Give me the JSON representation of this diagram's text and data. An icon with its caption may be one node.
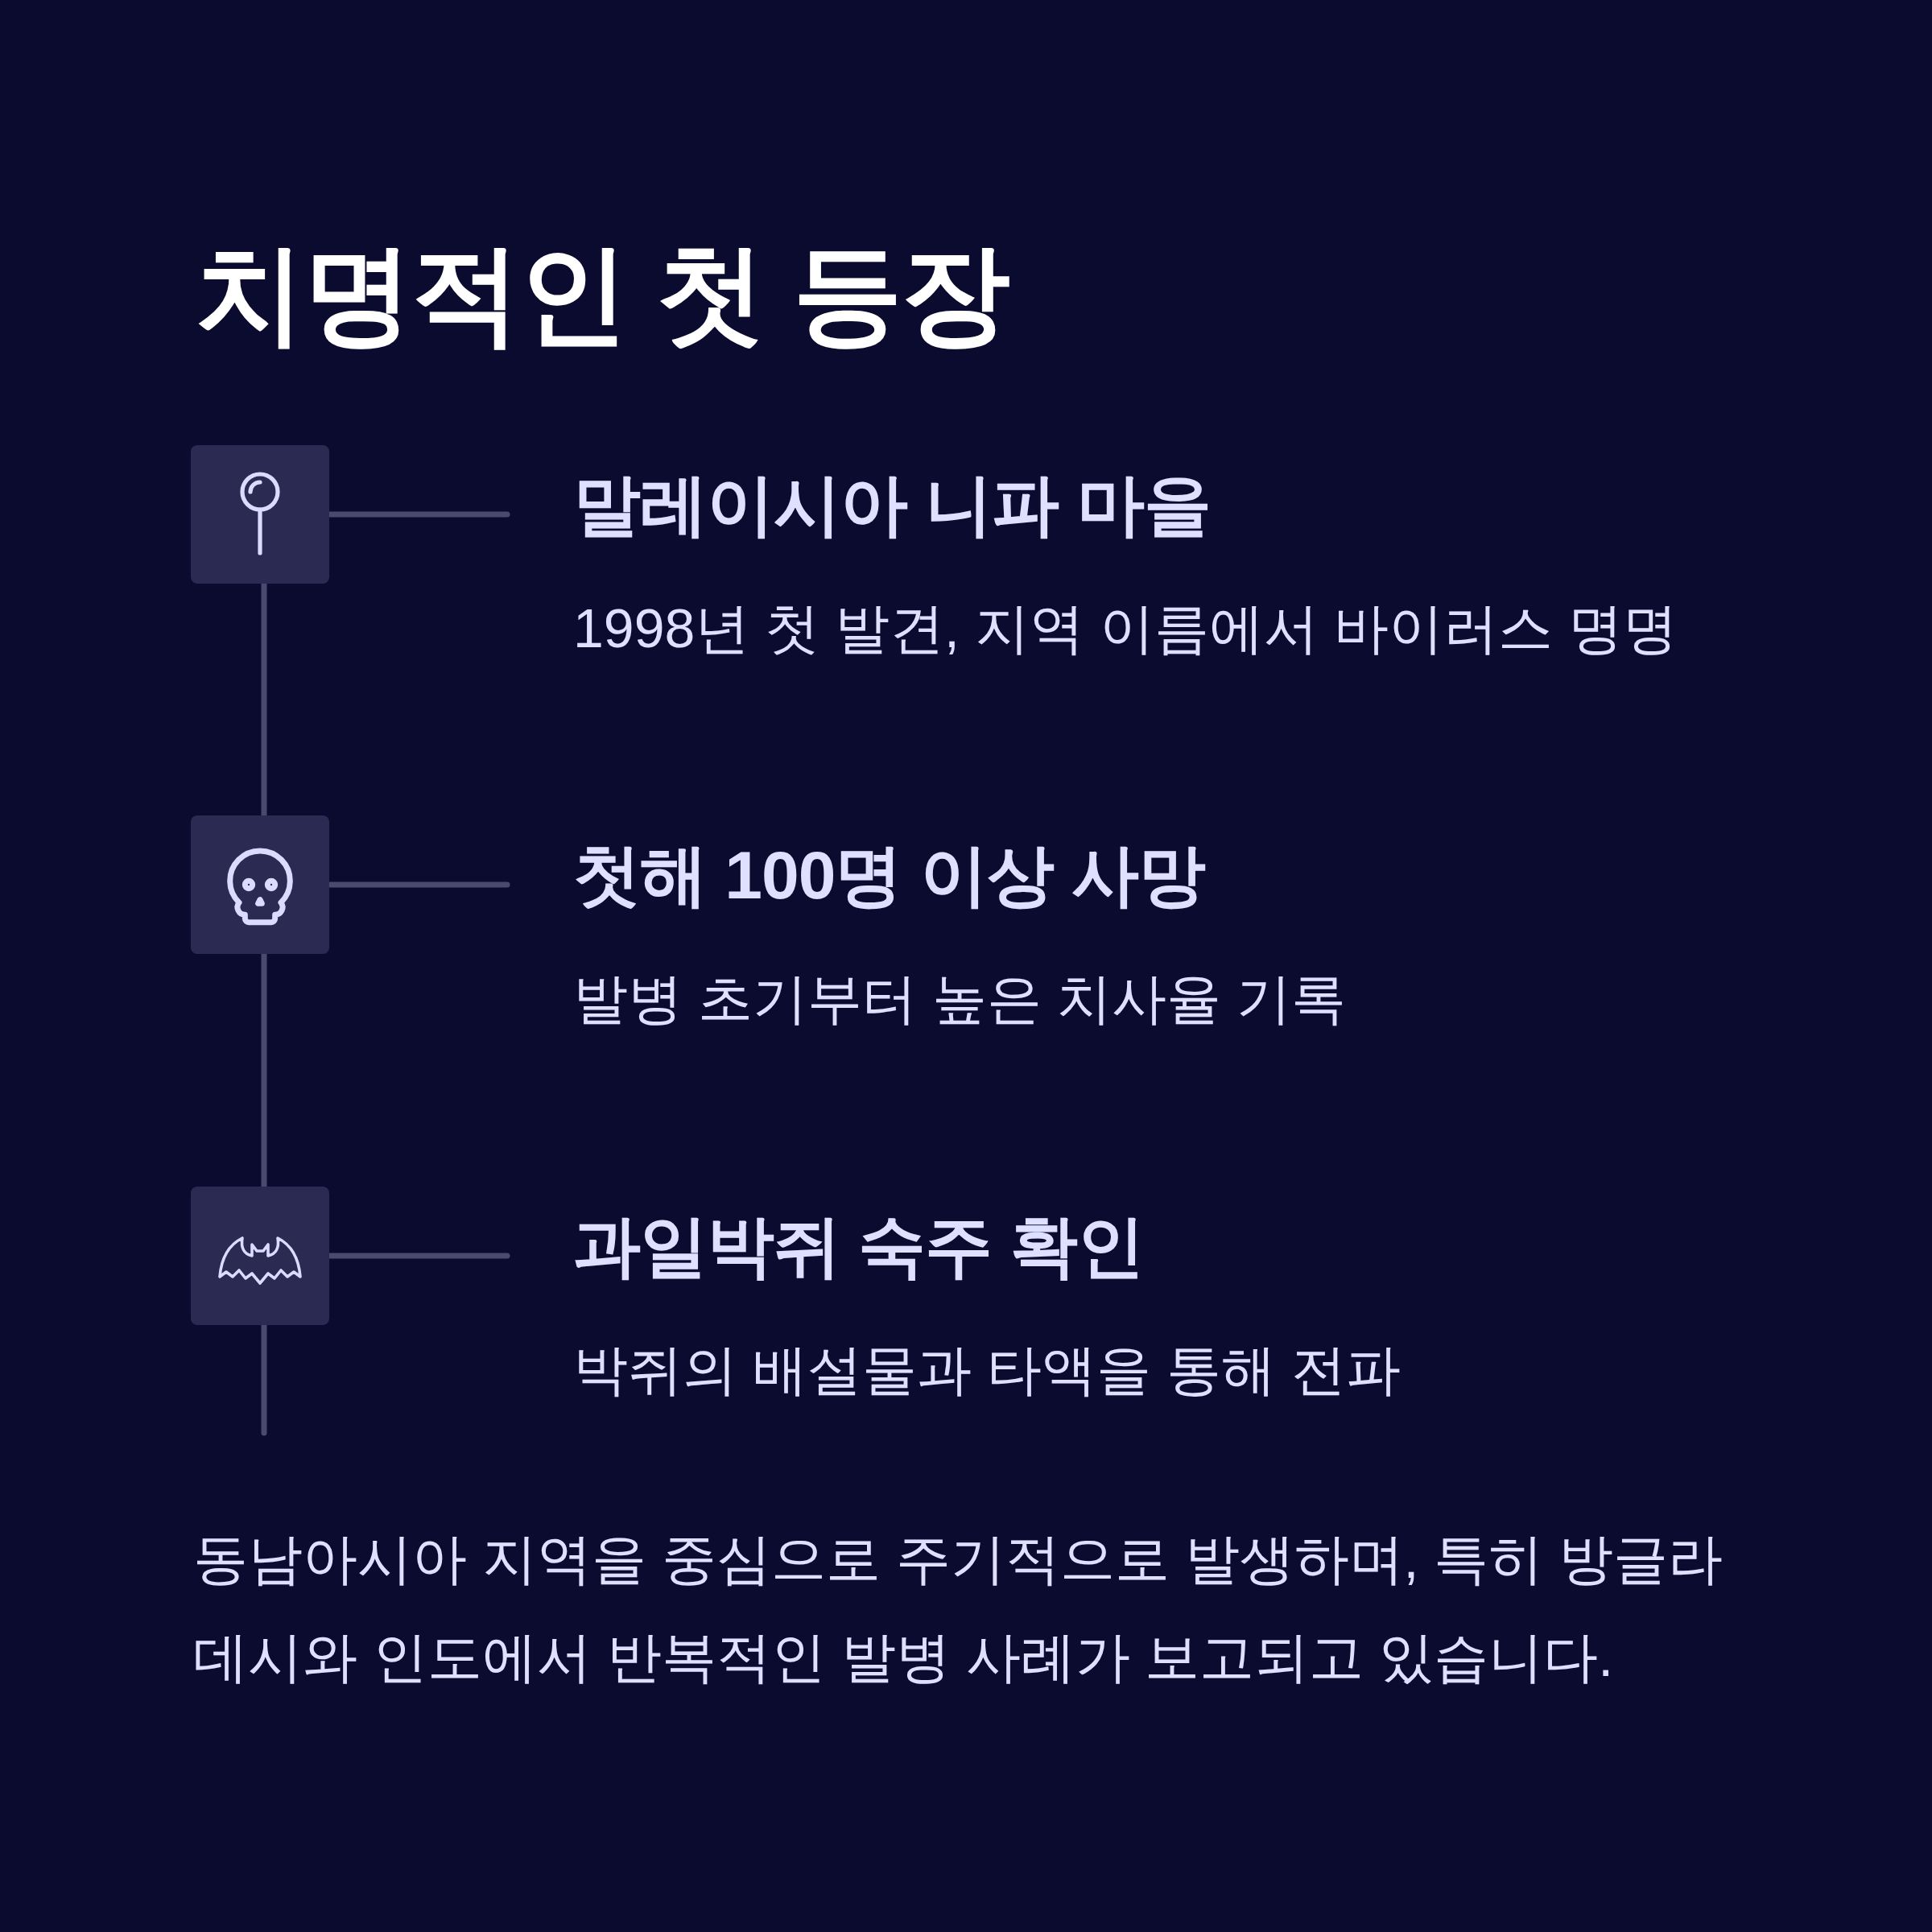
{
  "diagram": {
    "title": "치명적인 첫 등장",
    "nodes": [
      {
        "text": [],
        "shape": "box"
      },
      {
        "text": [
          "말레이시아 니파 마을",
          "1998년 첫 발견, 지역 이름에서 바이러스 명명"
        ]
      },
      {
        "text": [],
        "shape": "box"
      },
      {
        "text": [
          "첫해 100명 이상 사망",
          "발병 초기부터 높은 치사율 기록"
        ]
      },
      {
        "text": [],
        "shape": "box"
      },
      {
        "text": [
          "과일박쥐 숙주 확인",
          "박쥐의 배설물과 타액을 통해 전파"
        ]
      }
    ],
    "edges": [
      {
        "from": 0,
        "to": 1,
        "arrow": "none"
      },
      {
        "from": 2,
        "to": 3,
        "arrow": "none"
      },
      {
        "from": 4,
        "to": 5,
        "arrow": "none"
      },
      {
        "from": 0,
        "to": 2,
        "arrow": "none"
      },
      {
        "from": 2,
        "to": 4,
        "arrow": "none"
      },
      {
        "from": 4,
        "to": null,
        "arrow": "none"
      }
    ],
    "labels": [
      "동남아시아 지역을 중심으로 주기적으로 발생하며, 특히 방글라데시와 인도에서 반복적인 발병 사례가 보고되고 있습니다."
    ]
  }
}
